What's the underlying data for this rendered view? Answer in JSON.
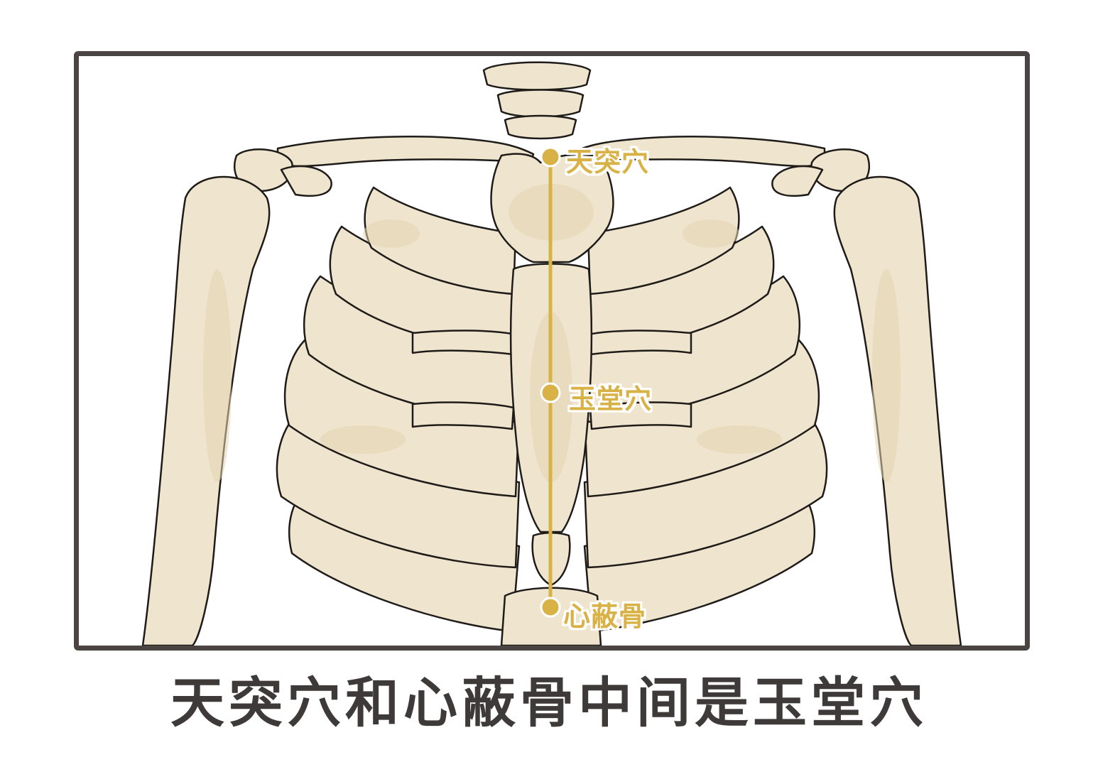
{
  "points": [
    {
      "label": "天突穴"
    },
    {
      "label": "玉堂穴"
    },
    {
      "label": "心蔽骨"
    }
  ],
  "caption": "天突穴和心蔽骨中间是玉堂穴",
  "colors": {
    "accent": "#d9b247",
    "bone_fill": "#efe5cf",
    "bone_shade": "#e3d3b0",
    "outline": "#1e1b18",
    "frame": "#4a4543",
    "caption": "#3e3a39"
  }
}
